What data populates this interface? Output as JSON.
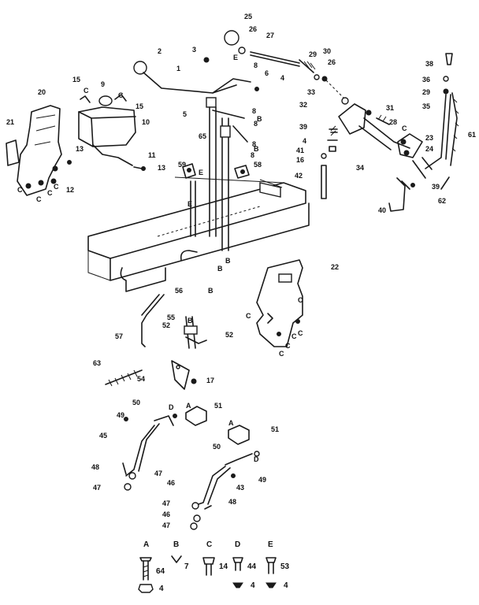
{
  "callouts": {
    "c1": "1",
    "c2": "2",
    "c3": "3",
    "c4a": "4",
    "c5": "5",
    "c6": "6",
    "c8a": "8",
    "c8b": "8",
    "c8c": "8",
    "c8d": "8",
    "c8e": "8",
    "c9": "9",
    "c10": "10",
    "c11": "11",
    "c12": "12",
    "c13a": "13",
    "c13b": "13",
    "c15a": "15",
    "c15b": "15",
    "c16": "16",
    "c17": "17",
    "c20": "20",
    "c21": "21",
    "c22": "22",
    "c23": "23",
    "c24": "24",
    "c25": "25",
    "c26a": "26",
    "c26b": "26",
    "c27": "27",
    "c28": "28",
    "c29a": "29",
    "c29b": "29",
    "c30": "30",
    "c31": "31",
    "c32": "32",
    "c33": "33",
    "c34": "34",
    "c35": "35",
    "c36": "36",
    "c38": "38",
    "c39a": "39",
    "c39b": "39",
    "c4b": "4",
    "c41": "41",
    "c42": "42",
    "c40": "40",
    "c61": "61",
    "c62": "62",
    "c59": "59",
    "c58": "58",
    "c65": "65",
    "c4c": "4",
    "c56": "56",
    "c55": "55",
    "c57": "57",
    "c52a": "52",
    "c52b": "52",
    "c63": "63",
    "c54": "54",
    "c50a": "50",
    "c49a": "49",
    "c45": "45",
    "c51a": "51",
    "c48a": "48",
    "c47a": "47",
    "c46a": "46",
    "c47b": "47",
    "c51b": "51",
    "c50b": "50",
    "c49b": "49",
    "c43": "43",
    "c47c": "47",
    "c48b": "48",
    "c46b": "46",
    "c47d": "47"
  },
  "letter_marks": {
    "m_e1": "E",
    "m_e2": "E",
    "m_e3": "E",
    "m_c1": "C",
    "m_c2": "C",
    "m_c3": "C",
    "m_c4": "C",
    "m_c5": "C",
    "m_c6": "C",
    "m_c7": "C",
    "m_c8": "C",
    "m_c9": "C",
    "m_c10": "C",
    "m_c11": "C",
    "m_c12": "C",
    "m_c13": "C",
    "m_b1": "B",
    "m_b2": "B",
    "m_b3": "B",
    "m_b4": "B",
    "m_b5": "B",
    "m_b6": "B",
    "m_d1": "D",
    "m_d2": "D",
    "m_a1": "A",
    "m_a2": "A"
  },
  "legend": [
    {
      "letter": "A",
      "part": "64",
      "nut": "4"
    },
    {
      "letter": "B",
      "part": "7",
      "nut": ""
    },
    {
      "letter": "C",
      "part": "14",
      "nut": ""
    },
    {
      "letter": "D",
      "part": "44",
      "nut": "4"
    },
    {
      "letter": "E",
      "part": "53",
      "nut": "4"
    }
  ]
}
